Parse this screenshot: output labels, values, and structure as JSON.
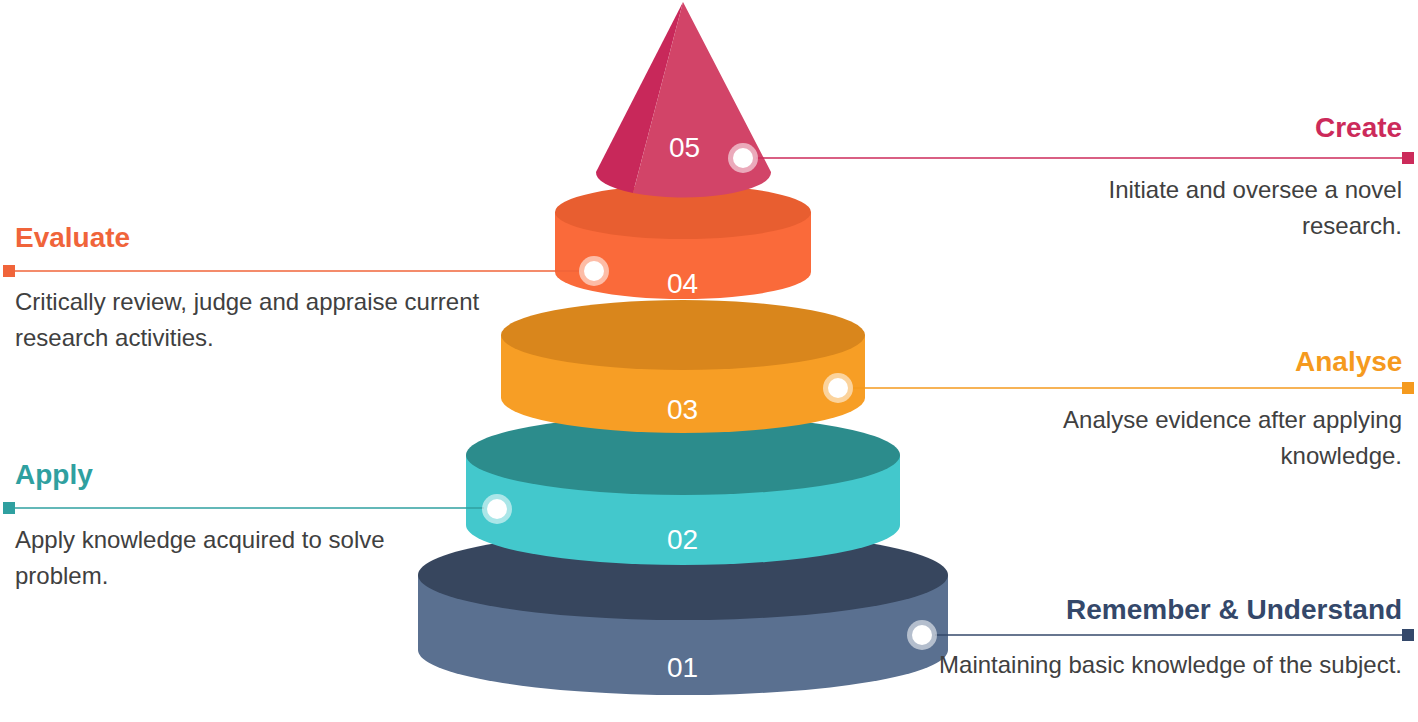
{
  "diagram": {
    "nodes": [
      {
        "text": [
          "05"
        ]
      },
      {
        "text": [
          "04"
        ]
      },
      {
        "text": [
          "03"
        ]
      },
      {
        "text": [
          "02"
        ]
      },
      {
        "text": [
          "01"
        ]
      }
    ],
    "labels": [
      "Create",
      "Initiate and oversee a novel research.",
      "Evaluate",
      "Critically review, judge and appraise current research activities.",
      "Analyse",
      "Analyse evidence after applying knowledge.",
      "Apply",
      "Apply knowledge acquired to solve problem.",
      "Remember & Understand",
      "Maintaining basic knowledge of the subject."
    ]
  }
}
